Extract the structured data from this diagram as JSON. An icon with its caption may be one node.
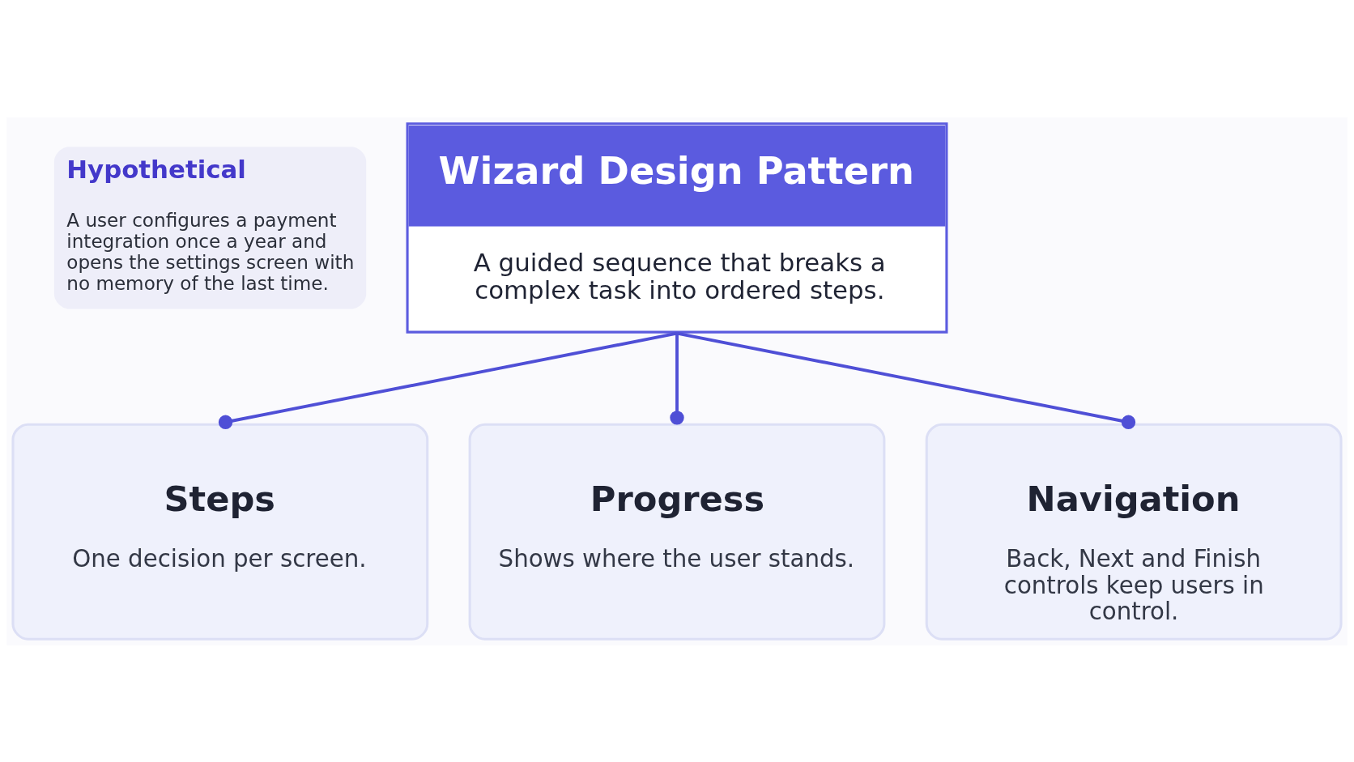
{
  "diagram": {
    "nodes": [
      {
        "text": [
          "Hypothetical",
          "A user configures a payment integration once a year and opens the settings screen with no memory of the last time."
        ]
      },
      {
        "text": [
          "Wizard Design Pattern",
          "A guided sequence that breaks a complex task into ordered steps."
        ]
      },
      {
        "text": [
          "Steps",
          "One decision per screen."
        ]
      },
      {
        "text": [
          "Progress",
          "Shows where the user stands."
        ]
      },
      {
        "text": [
          "Navigation",
          "Back, Next and Finish controls keep users in control."
        ]
      }
    ],
    "edges": [
      {
        "from": 1,
        "to": 2,
        "arrow": "other"
      },
      {
        "from": 1,
        "to": 3,
        "arrow": "other"
      },
      {
        "from": 1,
        "to": 4,
        "arrow": "other"
      }
    ]
  }
}
